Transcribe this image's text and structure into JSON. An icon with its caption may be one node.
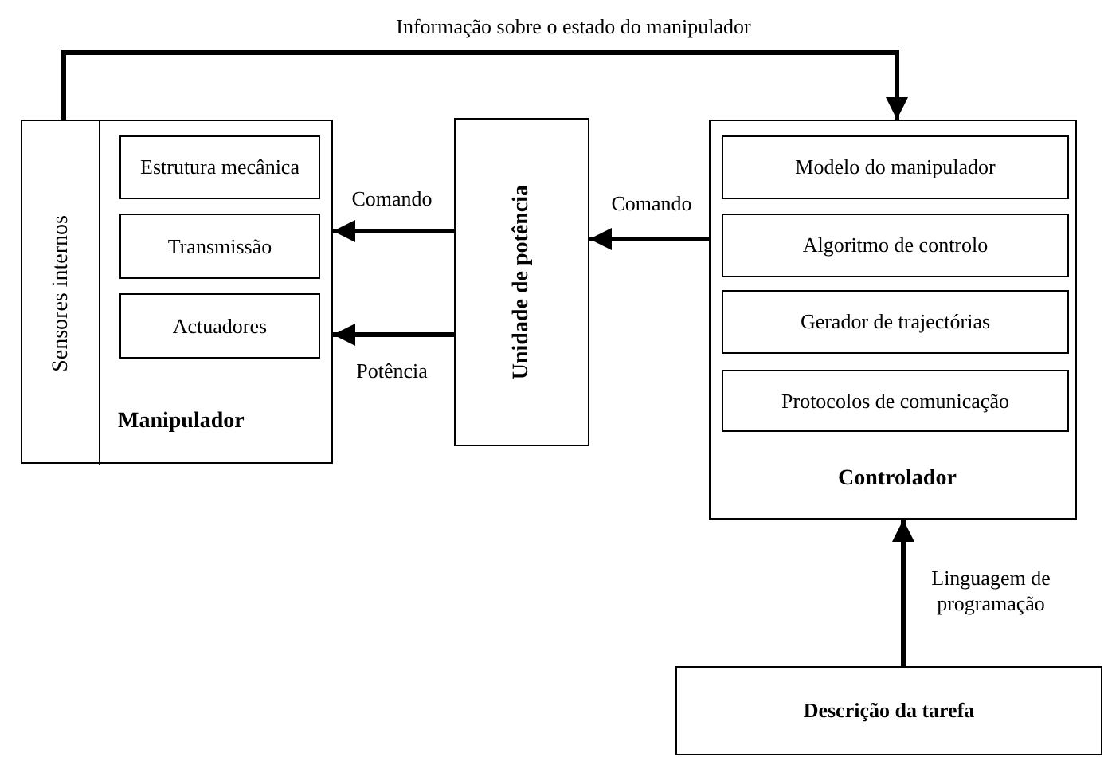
{
  "diagram": {
    "nodes": [
      {
        "text": [
          "Manipulador"
        ]
      },
      {
        "text": [
          "Sensores internos"
        ],
        "in": 0
      },
      {
        "text": [
          "Estrutura mecânica"
        ],
        "in": 0
      },
      {
        "text": [
          "Transmissão"
        ],
        "in": 0
      },
      {
        "text": [
          "Actuadores"
        ],
        "in": 0
      },
      {
        "text": [
          "Unidade de potência"
        ]
      },
      {
        "text": [
          "Controlador"
        ]
      },
      {
        "text": [
          "Modelo do manipulador"
        ],
        "in": 6
      },
      {
        "text": [
          "Algoritmo de controlo"
        ],
        "in": 6
      },
      {
        "text": [
          "Gerador de trajectórias"
        ],
        "in": 6
      },
      {
        "text": [
          "Protocolos de comunicação"
        ],
        "in": 6
      },
      {
        "text": [
          "Descrição da tarefa"
        ]
      }
    ],
    "edges": [
      {
        "from": 1,
        "to": 6,
        "arrow": "to",
        "label": "Informação sobre o estado do manipulador"
      },
      {
        "from": 5,
        "to": 0,
        "arrow": "to",
        "label": "Comando"
      },
      {
        "from": 5,
        "to": 0,
        "arrow": "to",
        "label": "Potência"
      },
      {
        "from": 6,
        "to": 5,
        "arrow": "to",
        "label": "Comando"
      },
      {
        "from": 11,
        "to": 6,
        "arrow": "to",
        "label": "Linguagem de programação"
      }
    ]
  }
}
